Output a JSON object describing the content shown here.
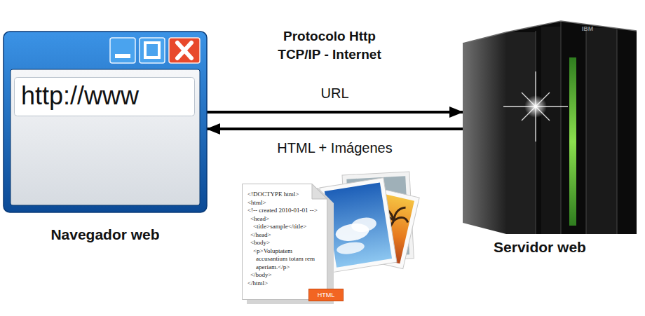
{
  "diagram": {
    "nodes": [
      {
        "text": [
          "Navegador web"
        ]
      },
      {
        "text": [
          "http://www"
        ],
        "in": 0
      },
      {
        "text": [
          "Servidor web"
        ]
      },
      {
        "text": [
          "<!DOCTYPE html>",
          "<html>",
          "<!-- created 2010-01-01 -->",
          "<head>",
          "<title>sample</title>",
          "</head>",
          "<body>",
          "<p>Voluptatem accusantium totam rem aperiam.</p>",
          "</body>",
          "</html>"
        ]
      },
      {
        "text": [
          "HTML"
        ],
        "in": 3
      }
    ],
    "edges": [
      {
        "from": 0,
        "to": 2,
        "label": "URL",
        "arrow": "to"
      },
      {
        "from": 2,
        "to": 0,
        "label": "HTML + Imágenes",
        "arrow": "to"
      }
    ],
    "labels": [
      "Protocolo Http",
      "TCP/IP - Internet",
      "IBM"
    ]
  }
}
